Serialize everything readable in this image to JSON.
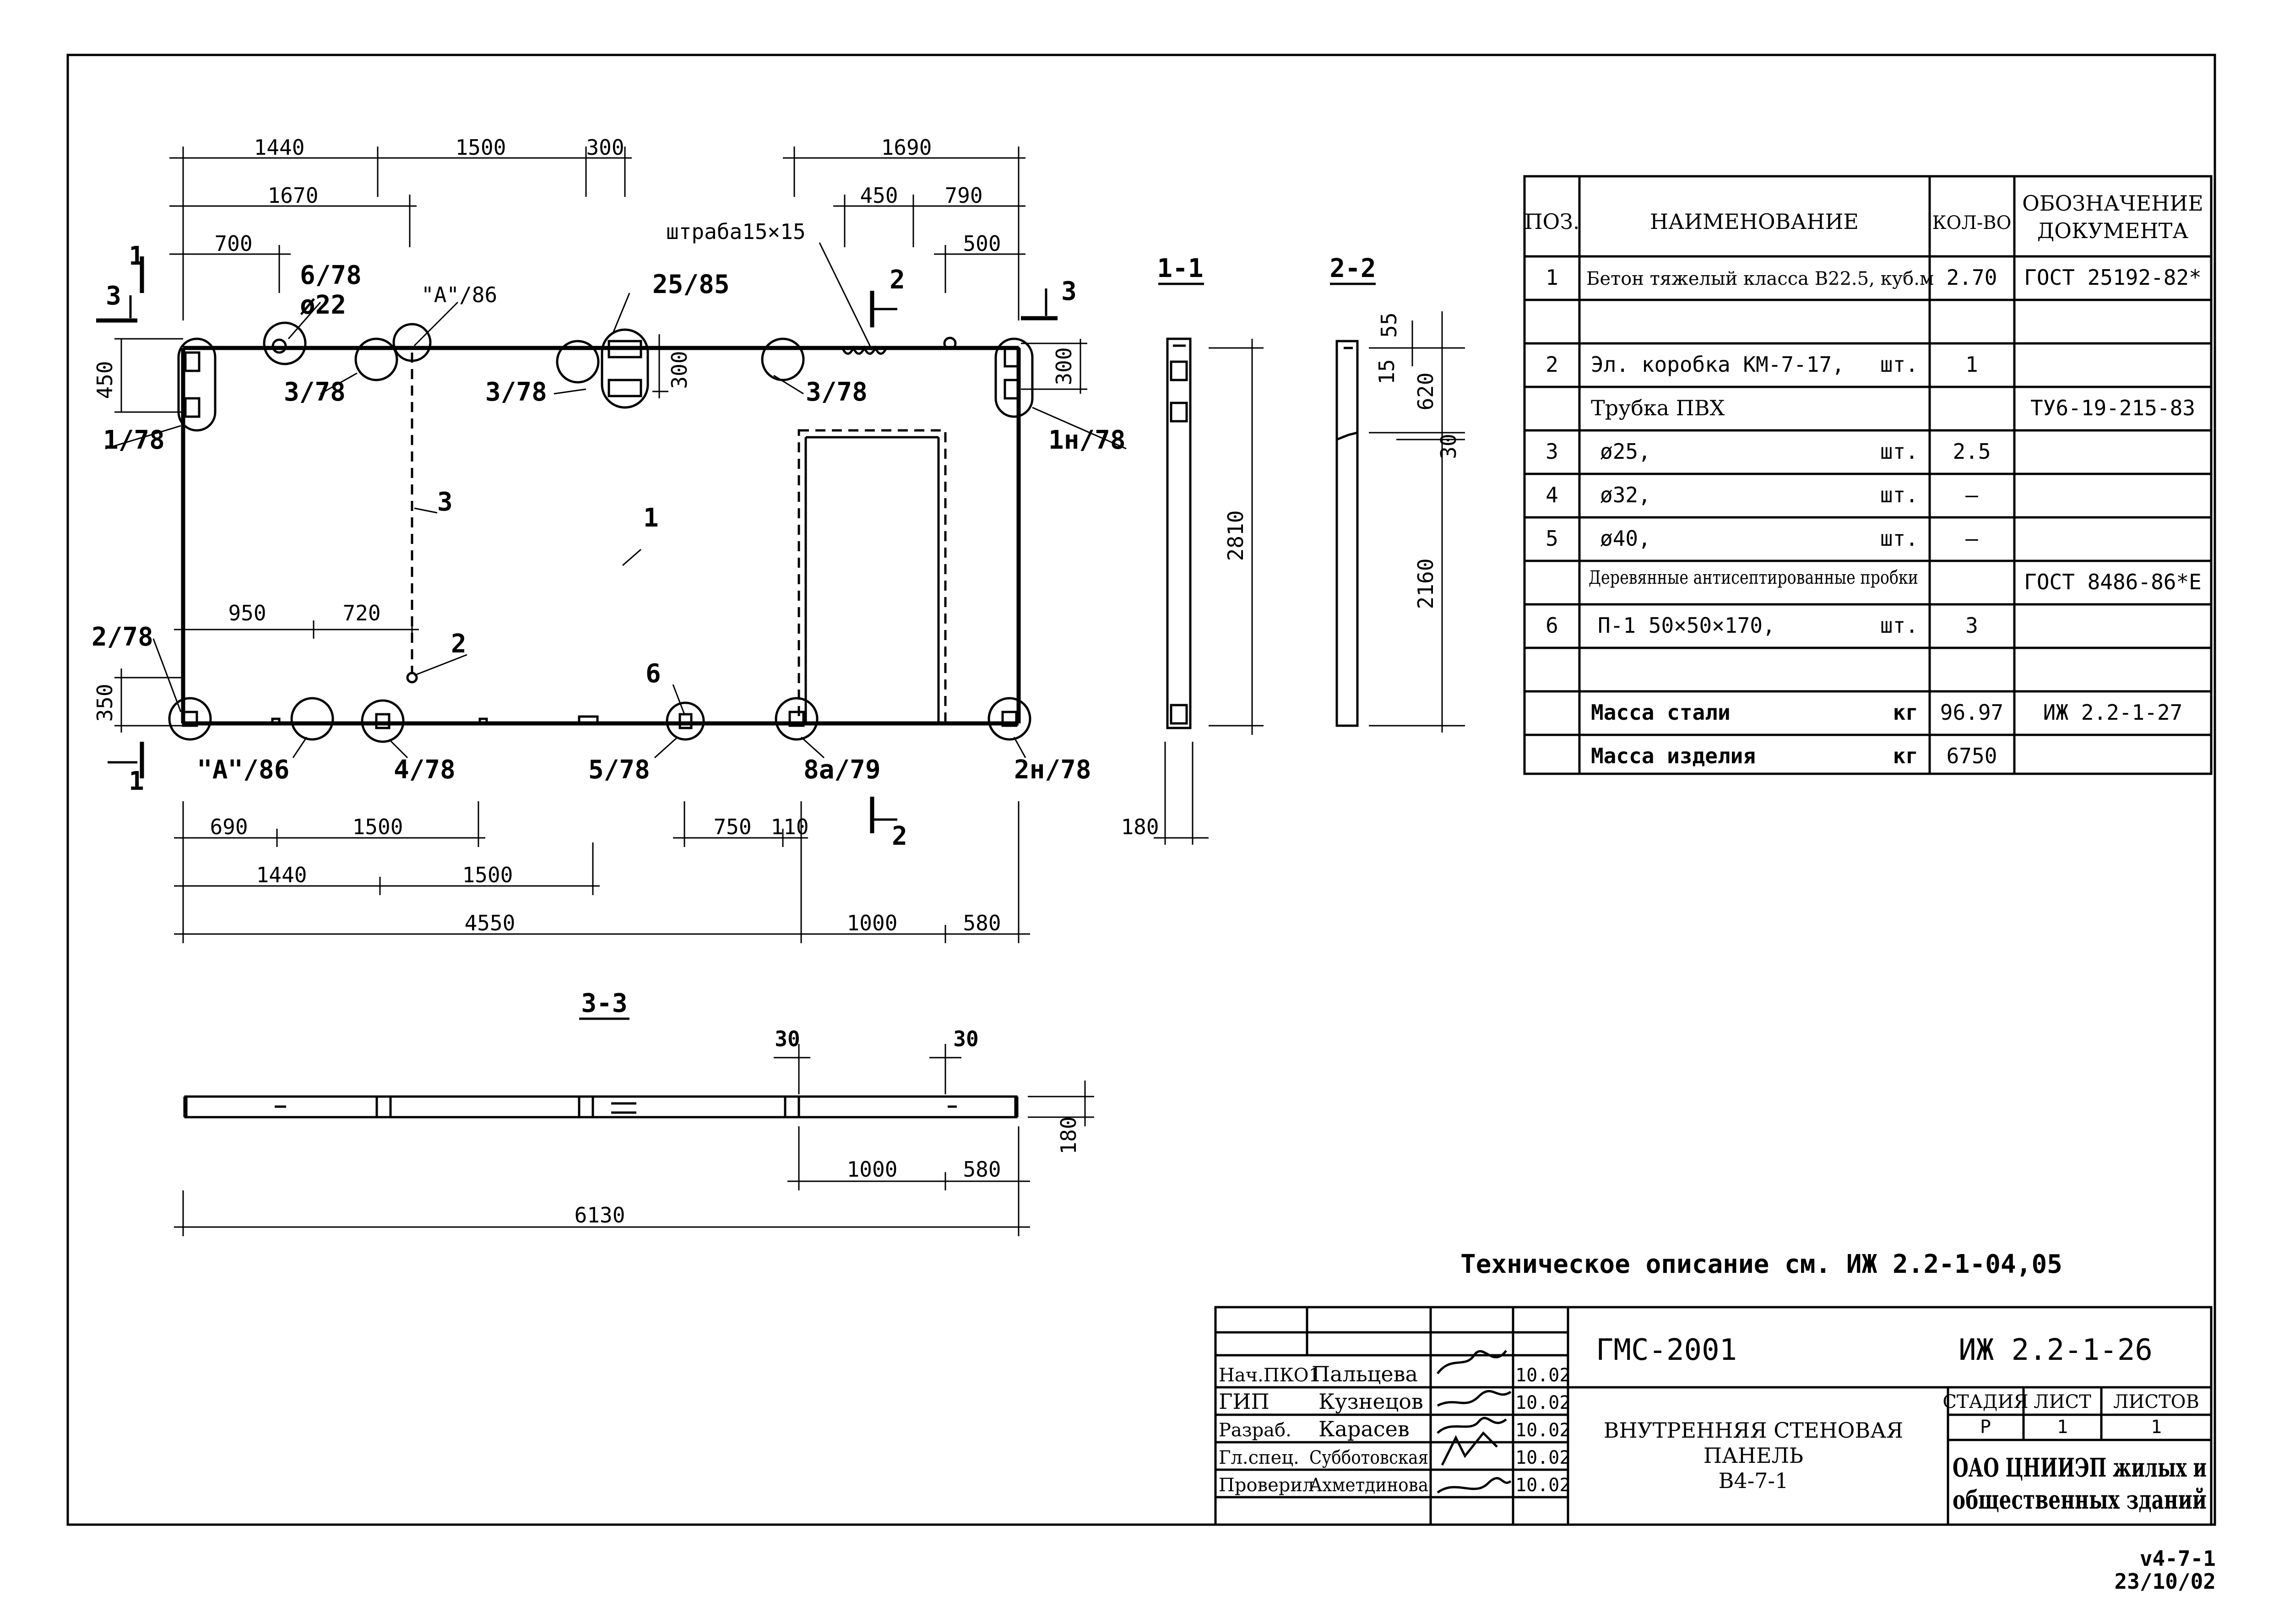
{
  "plan": {
    "top_dims": [
      "1440",
      "1500",
      "300",
      "1690",
      "1670",
      "450",
      "790",
      "700",
      "500"
    ],
    "left_dims": [
      "450",
      "350"
    ],
    "right_dims": [
      "300"
    ],
    "inner_dims": [
      "300",
      "950",
      "720"
    ],
    "bottom_dims": [
      "690",
      "1500",
      "750",
      "110",
      "1440",
      "1500",
      "4550",
      "1000",
      "580"
    ],
    "labels": {
      "cut1_top": "1",
      "cut1_bot": "1",
      "cut2_top": "2",
      "cut2_bot": "2",
      "cut3_top": "3",
      "cut3_right": "3",
      "d22_ref": "6/78",
      "d22": "ø22",
      "a86_top": "\"A\"/86",
      "ref_2585": "25/85",
      "shtraba": "штраба15×15",
      "r378a": "3/78",
      "r378b": "3/78",
      "r378c": "3/78",
      "r178": "1/78",
      "r1n78": "1н/78",
      "line3": "3",
      "pos1": "1",
      "r278": "2/78",
      "pos2": "2",
      "pos6": "6",
      "a86_bot": "\"A\"/86",
      "r478": "4/78",
      "r578": "5/78",
      "r8a79": "8а/79",
      "r2n78": "2н/78"
    }
  },
  "section_1_1": {
    "title": "1-1",
    "height": "2810",
    "width": "180"
  },
  "section_2_2": {
    "title": "2-2",
    "d55": "55",
    "d15": "15",
    "d620": "620",
    "d30": "30",
    "d2160": "2160"
  },
  "section_3_3": {
    "title": "3-3",
    "d30a": "30",
    "d30b": "30",
    "d180": "180",
    "d1000": "1000",
    "d580": "580",
    "d6130": "6130"
  },
  "spec_table": {
    "headers": {
      "pos": "ПОЗ.",
      "name": "НАИМЕНОВАНИЕ",
      "qty": "КОЛ-ВО",
      "doc1": "ОБОЗНАЧЕНИЕ",
      "doc2": "ДОКУМЕНТА"
    },
    "rows": [
      {
        "pos": "1",
        "name": "Бетон тяжелый класса В22.5, куб.м",
        "unit": "",
        "qty": "2.70",
        "doc": "ГОСТ 25192-82*"
      },
      {
        "pos": "",
        "name": "",
        "unit": "",
        "qty": "",
        "doc": ""
      },
      {
        "pos": "2",
        "name": "Эл. коробка КМ-7-17,",
        "unit": "шт.",
        "qty": "1",
        "doc": ""
      },
      {
        "pos": "",
        "name": "Трубка ПВХ",
        "unit": "",
        "qty": "",
        "doc": "ТУ6-19-215-83"
      },
      {
        "pos": "3",
        "name": "ø25,",
        "unit": "шт.",
        "qty": "2.5",
        "doc": ""
      },
      {
        "pos": "4",
        "name": "ø32,",
        "unit": "шт.",
        "qty": "–",
        "doc": ""
      },
      {
        "pos": "5",
        "name": "ø40,",
        "unit": "шт.",
        "qty": "–",
        "doc": ""
      },
      {
        "pos": "",
        "name": "Деревянные антисептированные пробки",
        "unit": "",
        "qty": "",
        "doc": "ГОСТ 8486-86*Е"
      },
      {
        "pos": "6",
        "name": "П-1   50×50×170,",
        "unit": "шт.",
        "qty": "3",
        "doc": ""
      },
      {
        "pos": "",
        "name": "",
        "unit": "",
        "qty": "",
        "doc": ""
      },
      {
        "pos": "",
        "name": "Масса стали",
        "unit": "кг",
        "qty": "96.97",
        "doc": "ИЖ 2.2-1-27"
      },
      {
        "pos": "",
        "name": "Масса изделия",
        "unit": "кг",
        "qty": "6750",
        "doc": ""
      }
    ]
  },
  "tech_note": "Техническое описание  см. ИЖ 2.2-1-04,05",
  "title_block": {
    "project": "ГМС-2001",
    "code": "ИЖ 2.2-1-26",
    "title_l1": "ВНУТРЕННЯЯ СТЕНОВАЯ",
    "title_l2": "ПАНЕЛЬ",
    "title_l3": "В4-7-1",
    "stage_h": "СТАДИЯ",
    "sheet_h": "ЛИСТ",
    "sheets_h": "ЛИСТОВ",
    "stage": "Р",
    "sheet": "1",
    "sheets": "1",
    "org_l1": "ОАО ЦНИИЭП жилых и",
    "org_l2": "общественных зданий",
    "staff": [
      {
        "role": "Нач.ПКО1",
        "name": "Пальцева",
        "date": "10.02"
      },
      {
        "role": "ГИП",
        "name": "Кузнецов",
        "date": "10.02"
      },
      {
        "role": "Разраб.",
        "name": "Карасев",
        "date": "10.02"
      },
      {
        "role": "Гл.спец.",
        "name": "Субботовская",
        "date": "10.02"
      },
      {
        "role": "Проверил",
        "name": "Ахметдинова",
        "date": "10.02"
      }
    ]
  },
  "stamp": {
    "file": "v4-7-1",
    "date": "23/10/02"
  }
}
